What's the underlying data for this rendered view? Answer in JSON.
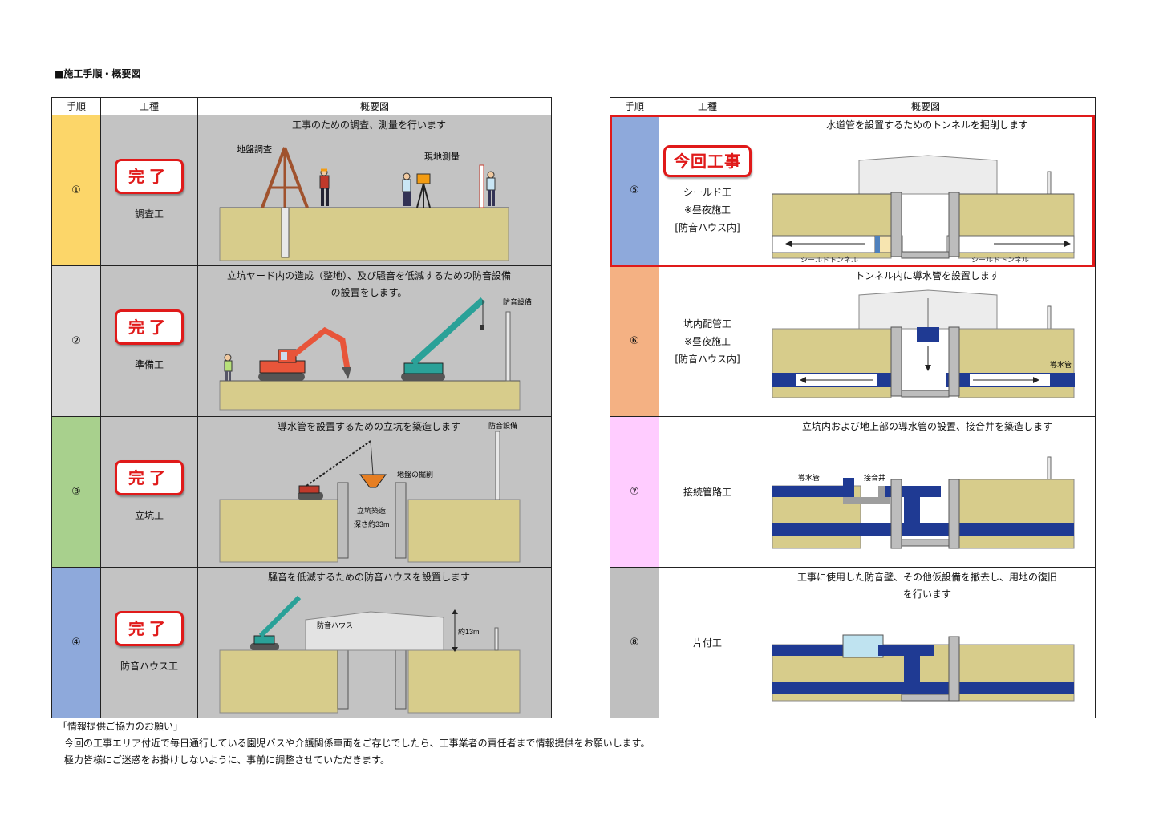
{
  "page_title": "■施工手順・概要図",
  "headers": {
    "step": "手順",
    "work": "工種",
    "diagram": "概要図"
  },
  "badges": {
    "done": "完了",
    "current": "今回工事"
  },
  "steps_left": [
    {
      "no": "①",
      "color": "#fcd669",
      "work": [
        "調査工"
      ],
      "badge": "done",
      "desc": [
        "工事のための調査、測量を行います"
      ],
      "labels": {
        "a": "地盤調査",
        "b": "現地測量"
      }
    },
    {
      "no": "②",
      "color": "#d9d9d9",
      "work": [
        "準備工"
      ],
      "badge": "done",
      "desc": [
        "立坑ヤード内の造成（整地）、及び騒音を低減するための防音設備",
        "の設置をします。"
      ],
      "labels": {
        "a": "防音設備"
      }
    },
    {
      "no": "③",
      "color": "#a8d08d",
      "work": [
        "立坑工"
      ],
      "badge": "done",
      "desc": [
        "導水管を設置するための立坑を築造します"
      ],
      "labels": {
        "a": "防音設備",
        "b": "地盤の掘削",
        "c": "立坑築造",
        "d": "深さ約33m"
      }
    },
    {
      "no": "④",
      "color": "#8ea9db",
      "work": [
        "防音ハウス工"
      ],
      "badge": "done",
      "desc": [
        "騒音を低減するための防音ハウスを設置します"
      ],
      "labels": {
        "a": "防音ハウス",
        "b": "約13m"
      }
    }
  ],
  "steps_right": [
    {
      "no": "⑤",
      "color": "#8ea9db",
      "work": [
        "シールド工",
        "※昼夜施工",
        "[防音ハウス内]"
      ],
      "badge": "current",
      "desc": [
        "水道管を設置するためのトンネルを掘削します"
      ],
      "labels": {
        "a": "シールドトンネル",
        "b": "シールドトンネル"
      }
    },
    {
      "no": "⑥",
      "color": "#f4b183",
      "work": [
        "坑内配管工",
        "※昼夜施工",
        "[防音ハウス内]"
      ],
      "badge": "",
      "desc": [
        "トンネル内に導水管を設置します"
      ],
      "labels": {
        "a": "導水管"
      }
    },
    {
      "no": "⑦",
      "color": "#ffccff",
      "work": [
        "接続管路工"
      ],
      "badge": "",
      "desc": [
        "立坑内および地上部の導水管の設置、接合井を築造します"
      ],
      "labels": {
        "a": "導水管",
        "b": "接合井"
      }
    },
    {
      "no": "⑧",
      "color": "#bfbfbf",
      "work": [
        "片付工"
      ],
      "badge": "",
      "desc": [
        "工事に使用した防音壁、その他仮設備を撤去し、用地の復旧",
        "を行います"
      ],
      "labels": {}
    }
  ],
  "footer": [
    "「情報提供ご協力のお願い」",
    "今回の工事エリア付近で毎日通行している園児バスや介護関係車両をご存じでしたら、工事業者の責任者まで情報提供をお願いします。",
    "極力皆様にご迷惑をお掛けしないように、事前に調整させていただきます。"
  ],
  "colors": {
    "soil": "#d7cc8b",
    "pipe": "#1f3a93",
    "accent": "#e01a1a",
    "grey_cell": "#c3c3c3"
  }
}
